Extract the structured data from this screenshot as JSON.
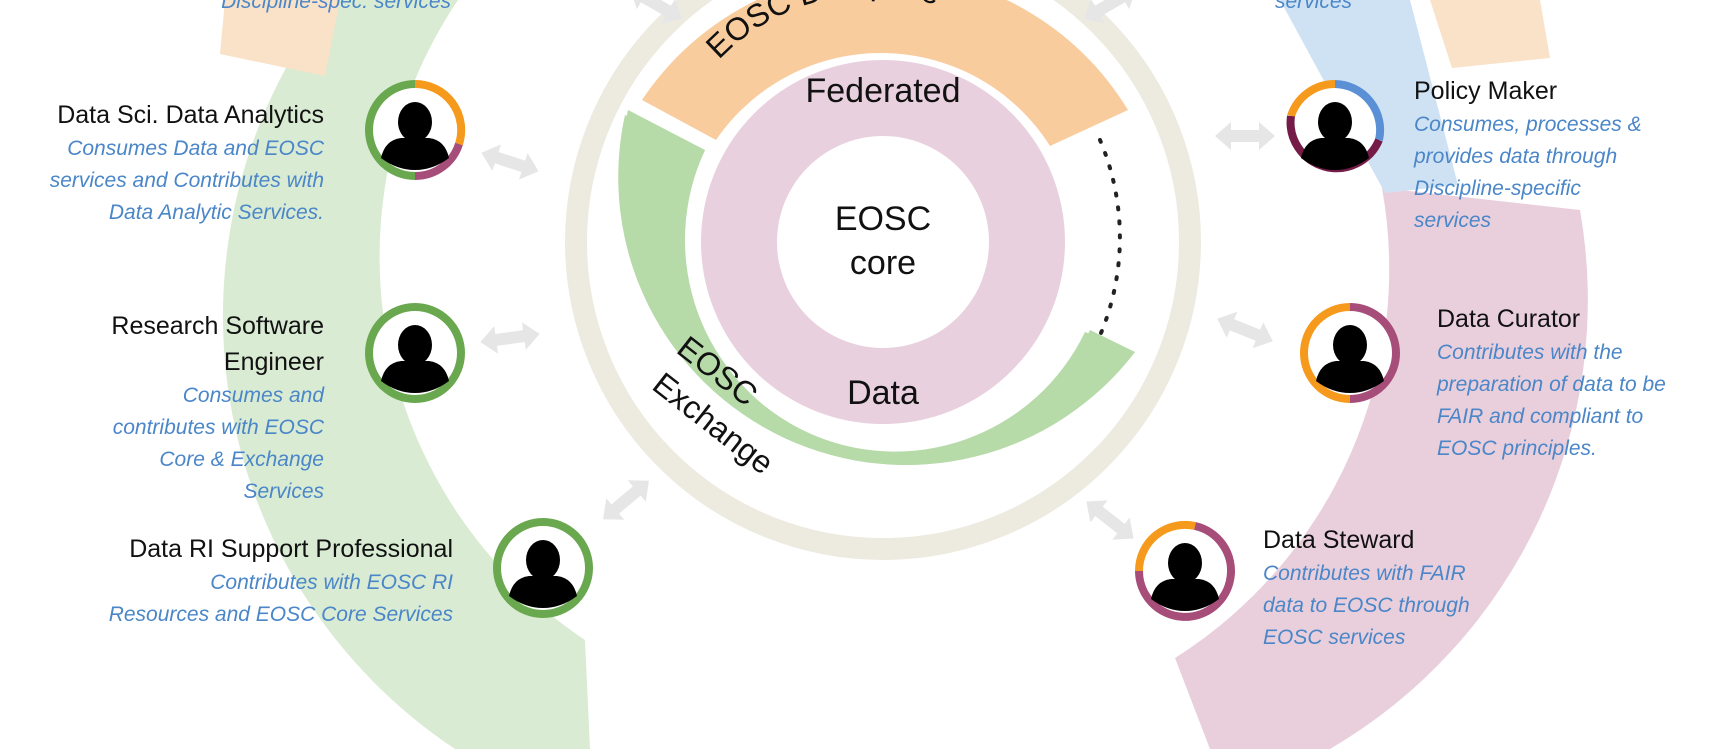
{
  "colors": {
    "green_band": "#D9EBD3",
    "pink_band": "#E9CFDC",
    "blue_band": "#CFE2F3",
    "orange_band": "#F9E2C8",
    "outer_ring": "#EDEBE0",
    "discipline": "#F9CC9E",
    "exchange": "#B6DAA8",
    "federated": "#E8D0DE",
    "desc_text": "#4A86C8",
    "arrow": "#E6E6E6",
    "avatar_green": "#6AA84F",
    "avatar_orange": "#F59A1C",
    "avatar_purple": "#A64D79",
    "avatar_blue": "#5B8FD6",
    "avatar_maroon": "#741B47"
  },
  "center": {
    "ring_discipline_label": "EOSC Discipline",
    "ring_federated_label": "Federated",
    "core_line1": "EOSC",
    "core_line2": "core",
    "data_label": "Data",
    "exchange_line1": "EOSC",
    "exchange_line2": "Exchange"
  },
  "top_partial": {
    "left_text": "Discipline-spec. services",
    "right_text": "services"
  },
  "roles": [
    {
      "id": "data-sci",
      "name": "Data Sci. Data Analytics",
      "description": [
        "Consumes Data and EOSC",
        "services and Contributes with",
        "Data Analytic Services."
      ],
      "avatar_ring": "green-orange-purple"
    },
    {
      "id": "rse",
      "name": [
        "Research Software",
        "Engineer"
      ],
      "description": [
        "Consumes and",
        "contributes  with EOSC",
        "Core & Exchange",
        "Services"
      ],
      "avatar_ring": "green"
    },
    {
      "id": "data-ri",
      "name": "Data RI Support Professional",
      "description": [
        "Contributes with EOSC RI",
        "Resources and EOSC Core Services"
      ],
      "avatar_ring": "green"
    },
    {
      "id": "policy",
      "name": "Policy Maker",
      "description": [
        "Consumes, processes &",
        "provides data through",
        "Discipline-specific",
        "services"
      ],
      "avatar_ring": "orange-blue-maroon"
    },
    {
      "id": "curator",
      "name": "Data Curator",
      "description": [
        "Contributes with the",
        "preparation of data to be",
        "FAIR and compliant to",
        "EOSC principles."
      ],
      "avatar_ring": "orange-purple"
    },
    {
      "id": "steward",
      "name": "Data Steward",
      "description": [
        "Contributes with FAIR",
        "data to EOSC through",
        "EOSC services"
      ],
      "avatar_ring": "orange-purple"
    }
  ]
}
